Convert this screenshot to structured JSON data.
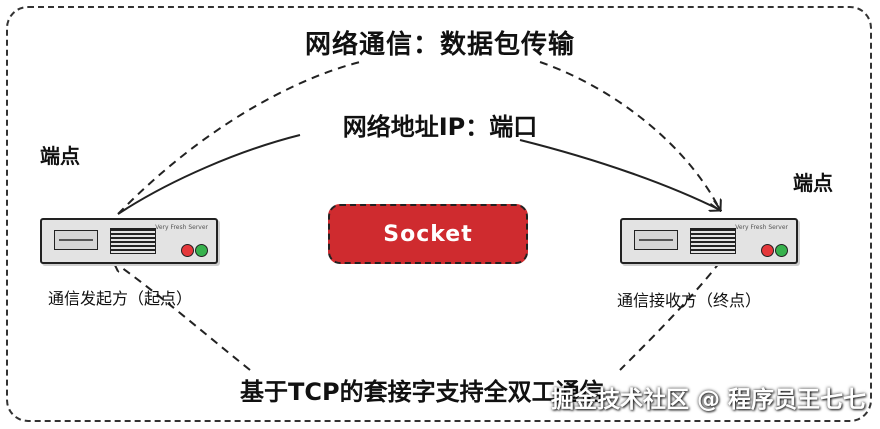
{
  "title_top": "网络通信：数据包传输",
  "title_mid": "网络地址IP：端口",
  "title_bottom": "基于TCP的套接字支持全双工通信",
  "endpoint_left": "端点",
  "endpoint_right": "端点",
  "sender_label": "通信发起方（起点）",
  "receiver_label": "通信接收方（终点）",
  "socket_label": "Socket",
  "server_brand": "Very Fresh Server",
  "watermark": "掘金技术社区 @ 程序员王七七",
  "colors": {
    "socket": "#cf2b2f",
    "led_red": "#e5383b",
    "led_green": "#37b24d",
    "stroke": "#222222"
  },
  "icons": [
    "server-icon",
    "arrow-icon"
  ]
}
